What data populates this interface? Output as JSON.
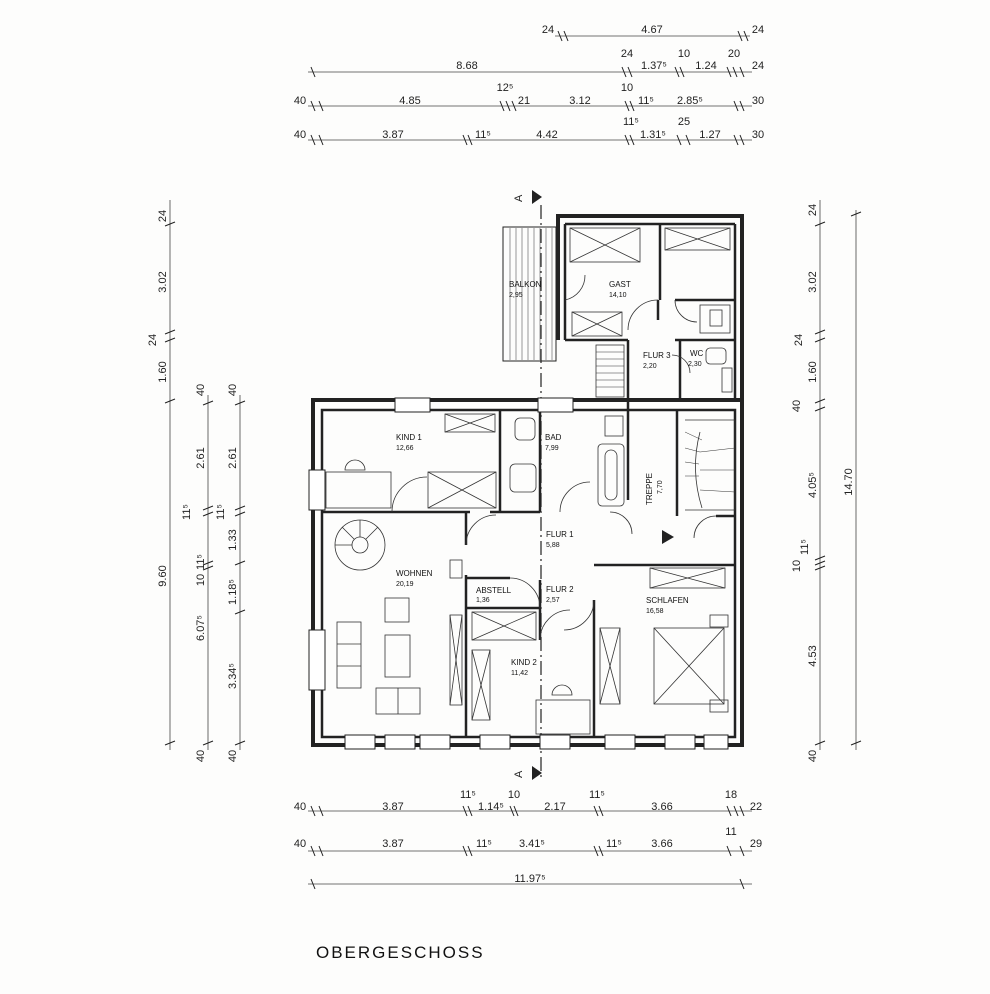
{
  "plan_title": "OBERGESCHOSS",
  "section_marker": "A",
  "rooms": [
    {
      "id": "balkon",
      "name": "BALKON",
      "area": "2,95"
    },
    {
      "id": "gast",
      "name": "GAST",
      "area": "14,10"
    },
    {
      "id": "flur3",
      "name": "FLUR 3",
      "area": "2,20"
    },
    {
      "id": "wc",
      "name": "WC",
      "area": "2,30"
    },
    {
      "id": "kind1",
      "name": "KIND  1",
      "area": "12,66"
    },
    {
      "id": "bad",
      "name": "BAD",
      "area": "7,99"
    },
    {
      "id": "treppe",
      "name": "TREPPE",
      "area": "7,70"
    },
    {
      "id": "flur1",
      "name": "FLUR  1",
      "area": "5,88"
    },
    {
      "id": "wohnen",
      "name": "WOHNEN",
      "area": "20,19"
    },
    {
      "id": "abstell",
      "name": "ABSTELL",
      "area": "1,36"
    },
    {
      "id": "flur2",
      "name": "FLUR  2",
      "area": "2,57"
    },
    {
      "id": "schlafen",
      "name": "SCHLAFEN",
      "area": "16,58"
    },
    {
      "id": "kind2",
      "name": "KIND  2",
      "area": "11,42"
    }
  ],
  "dimensions": {
    "top_row1": [
      "24",
      "4.67",
      "24"
    ],
    "top_row2": [
      "8.68",
      "24",
      "1.37⁵",
      "10",
      "1.24",
      "20",
      "24"
    ],
    "top_row3": [
      "40",
      "4.85",
      "12⁵",
      "21",
      "3.12",
      "10",
      "11⁵",
      "2.85⁵",
      "30"
    ],
    "top_row4": [
      "40",
      "3.87",
      "11⁵",
      "4.42",
      "11⁵",
      "1.31⁵",
      "25",
      "1.27",
      "30"
    ],
    "left_outer": [
      "24",
      "3.02",
      "24",
      "1.60",
      "9.60"
    ],
    "left_mid": [
      "40",
      "2.61",
      "11⁵",
      "11⁵",
      "10",
      "6.07⁵",
      "40"
    ],
    "left_inner": [
      "40",
      "2.61",
      "11⁵",
      "1.33",
      "1.18⁵",
      "3.34⁵",
      "40"
    ],
    "right_inner": [
      "24",
      "3.02",
      "24",
      "1.60",
      "40",
      "4.05⁵",
      "11⁵",
      "10",
      "4.53",
      "40"
    ],
    "right_outer": [
      "14.70"
    ],
    "bottom_row1": [
      "40",
      "3.87",
      "11⁵",
      "1.14⁵",
      "10",
      "2.17",
      "11⁵",
      "3.66",
      "18",
      "22"
    ],
    "bottom_row2": [
      "40",
      "3.87",
      "11⁵",
      "3.41⁵",
      "11⁵",
      "3.66",
      "11",
      "29"
    ],
    "bottom_row3": [
      "11.97⁵"
    ]
  }
}
